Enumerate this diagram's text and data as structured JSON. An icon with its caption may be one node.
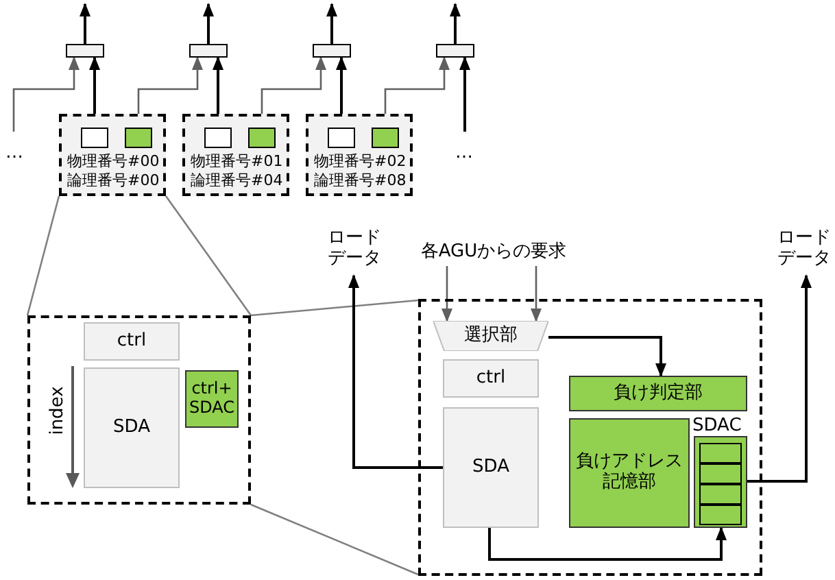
{
  "diagram": {
    "nodes": [
      {
        "text": [],
        "shape": "box"
      },
      {
        "text": [],
        "shape": "box"
      },
      {
        "text": [],
        "shape": "box"
      },
      {
        "text": [],
        "shape": "box"
      },
      {
        "text": [
          "物理番号#00",
          "論理番号#00"
        ]
      },
      {
        "text": [],
        "shape": "box",
        "in": 4
      },
      {
        "text": [],
        "shape": "box",
        "in": 4
      },
      {
        "text": [
          "物理番号#01",
          "論理番号#04"
        ]
      },
      {
        "text": [],
        "shape": "box",
        "in": 7
      },
      {
        "text": [],
        "shape": "box",
        "in": 7
      },
      {
        "text": [
          "物理番号#02",
          "論理番号#08"
        ]
      },
      {
        "text": [],
        "shape": "box",
        "in": 10
      },
      {
        "text": [],
        "shape": "box",
        "in": 10
      },
      {
        "text": [],
        "shape": "box"
      },
      {
        "text": [
          "ctrl"
        ],
        "in": 13
      },
      {
        "text": [
          "SDA"
        ],
        "in": 13
      },
      {
        "text": [
          "ctrl+ SDAC"
        ],
        "in": 13
      },
      {
        "text": [],
        "shape": "box"
      },
      {
        "text": [
          "選択部"
        ],
        "in": 17
      },
      {
        "text": [
          "ctrl"
        ],
        "in": 17
      },
      {
        "text": [
          "SDA"
        ],
        "in": 17
      },
      {
        "text": [
          "負け判定部"
        ],
        "in": 17
      },
      {
        "text": [
          "負けアドレス記憶部"
        ],
        "in": 17
      },
      {
        "text": [
          "SDAC"
        ],
        "in": 17
      },
      {
        "text": [],
        "shape": "box",
        "in": 23
      },
      {
        "text": [],
        "shape": "box",
        "in": 23
      },
      {
        "text": [],
        "shape": "box",
        "in": 23
      },
      {
        "text": [],
        "shape": "box",
        "in": 23
      },
      {
        "text": [
          "ロードデータ"
        ]
      },
      {
        "text": [
          "各AGUからの要求"
        ]
      },
      {
        "text": [
          "ロードデータ"
        ]
      }
    ],
    "edges": [
      {
        "from": null,
        "to": 0,
        "arrow": "to",
        "color": "#606060"
      },
      {
        "from": 5,
        "to": 0,
        "arrow": "to"
      },
      {
        "from": 6,
        "to": 1,
        "arrow": "to",
        "color": "#606060"
      },
      {
        "from": 8,
        "to": 1,
        "arrow": "to"
      },
      {
        "from": 9,
        "to": 2,
        "arrow": "to",
        "color": "#606060"
      },
      {
        "from": 11,
        "to": 2,
        "arrow": "to"
      },
      {
        "from": 12,
        "to": 3,
        "arrow": "to",
        "color": "#606060"
      },
      {
        "from": null,
        "to": 3,
        "arrow": "to"
      },
      {
        "from": 0,
        "to": null,
        "arrow": "to"
      },
      {
        "from": 1,
        "to": null,
        "arrow": "to"
      },
      {
        "from": 2,
        "to": null,
        "arrow": "to"
      },
      {
        "from": 3,
        "to": null,
        "arrow": "to"
      },
      {
        "from": 4,
        "to": 13,
        "arrow": "none",
        "color": "#808080"
      },
      {
        "from": 13,
        "to": 17,
        "arrow": "none",
        "color": "#808080"
      },
      {
        "from": 29,
        "to": 18,
        "arrow": "to",
        "color": "#606060"
      },
      {
        "from": 29,
        "to": 18,
        "arrow": "to",
        "color": "#606060"
      },
      {
        "from": 18,
        "to": 21,
        "arrow": "to"
      },
      {
        "from": 20,
        "to": 28,
        "arrow": "to"
      },
      {
        "from": 20,
        "to": 23,
        "arrow": "to"
      },
      {
        "from": 23,
        "to": 30,
        "arrow": "to"
      }
    ],
    "labels": [
      "…",
      "…",
      "index"
    ]
  }
}
